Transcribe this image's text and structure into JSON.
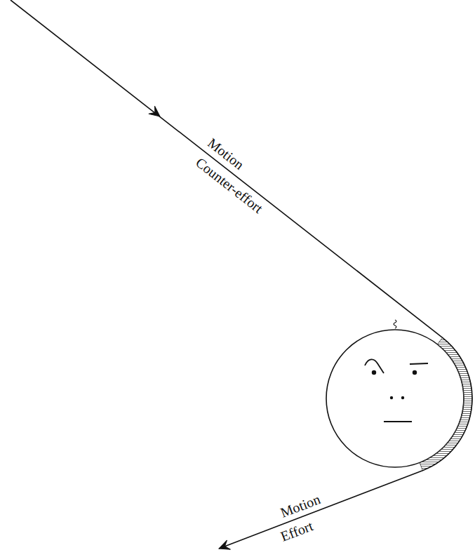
{
  "diagram": {
    "labels": [
      "Motion",
      "Counter-effort",
      "Motion",
      "Effort"
    ]
  }
}
